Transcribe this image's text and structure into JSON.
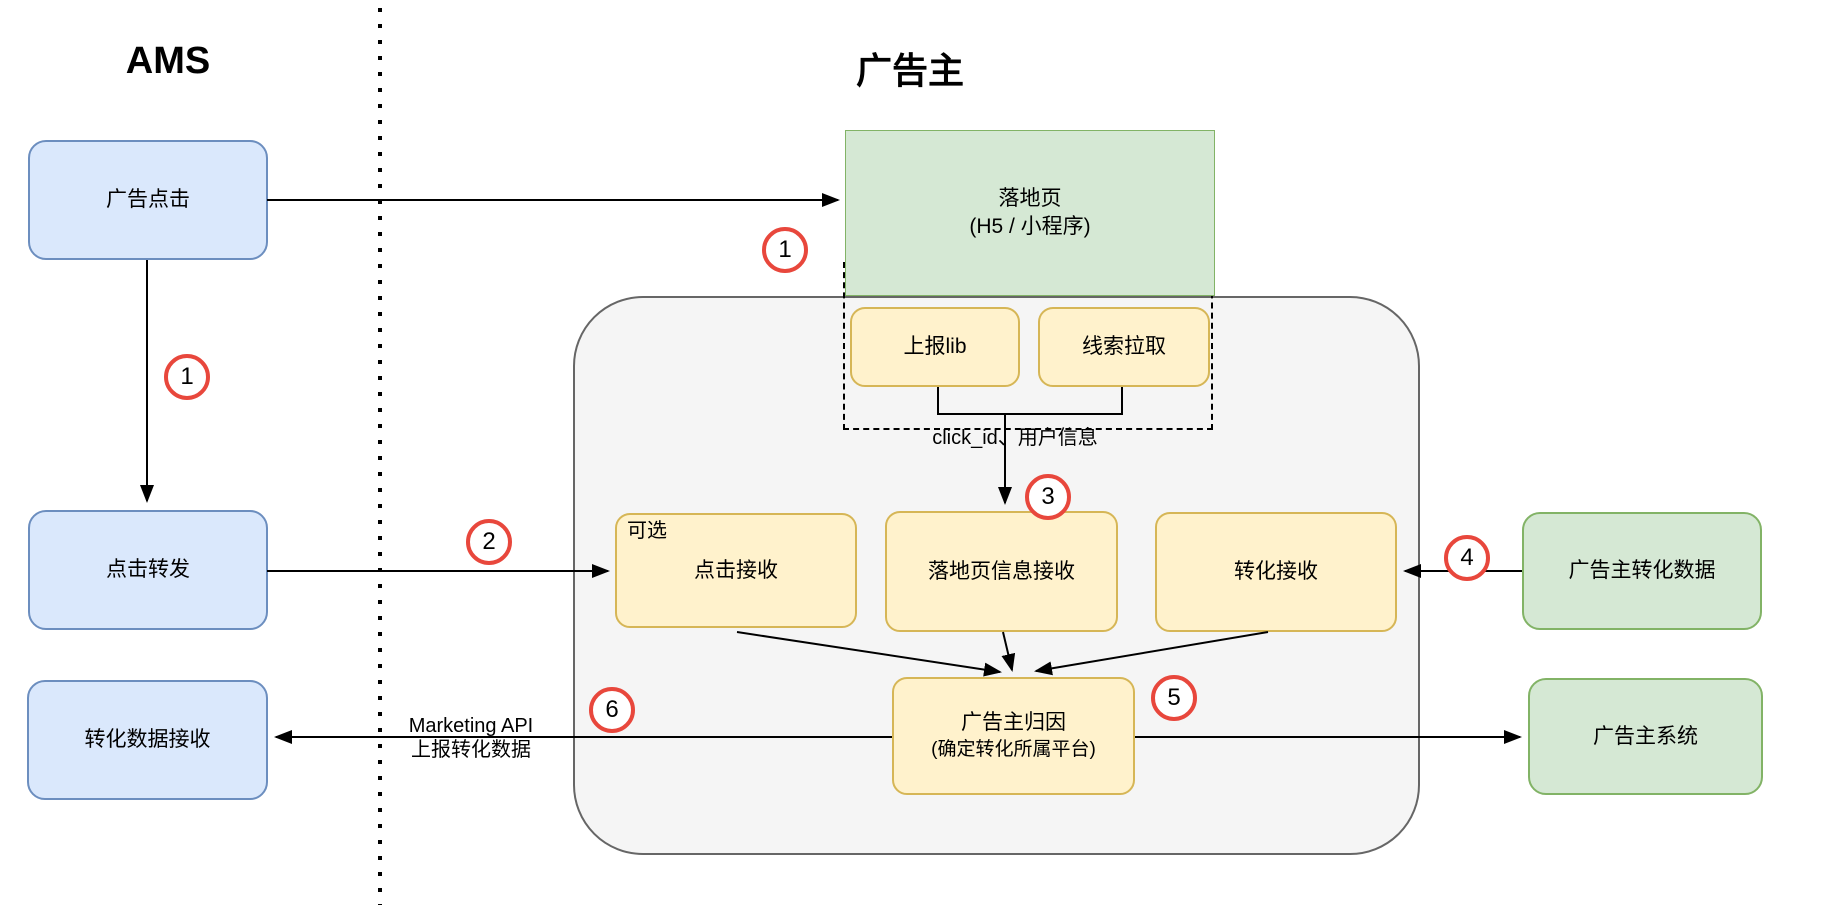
{
  "titles": {
    "left": "AMS",
    "right": "广告主"
  },
  "boxes": {
    "ad_click": "广告点击",
    "click_forward": "点击转发",
    "conversion_data_receive": "转化数据接收",
    "landing_page_line1": "落地页",
    "landing_page_line2": "(H5 / 小程序)",
    "report_lib": "上报lib",
    "lead_pull": "线索拉取",
    "optional_tag": "可选",
    "click_receive": "点击接收",
    "landing_info_receive": "落地页信息接收",
    "conversion_receive": "转化接收",
    "attribution_line1": "广告主归因",
    "attribution_line2": "(确定转化所属平台)",
    "advertiser_conversion_data": "广告主转化数据",
    "advertiser_system": "广告主系统"
  },
  "labels": {
    "click_id_info": "click_id、用户信息",
    "marketing_api_line1": "Marketing API",
    "marketing_api_line2": "上报转化数据"
  },
  "badges": [
    "1",
    "1",
    "2",
    "3",
    "4",
    "5",
    "6"
  ],
  "colors": {
    "blue_fill": "#dae8fc",
    "blue_border": "#6c8ebf",
    "green_fill": "#d5e8d4",
    "green_border": "#82b366",
    "yellow_fill": "#fff2cc",
    "yellow_border": "#d6b656",
    "container_fill": "#f5f5f5",
    "container_border": "#666666",
    "badge_ring": "#e8473c",
    "arrow": "#000000"
  }
}
